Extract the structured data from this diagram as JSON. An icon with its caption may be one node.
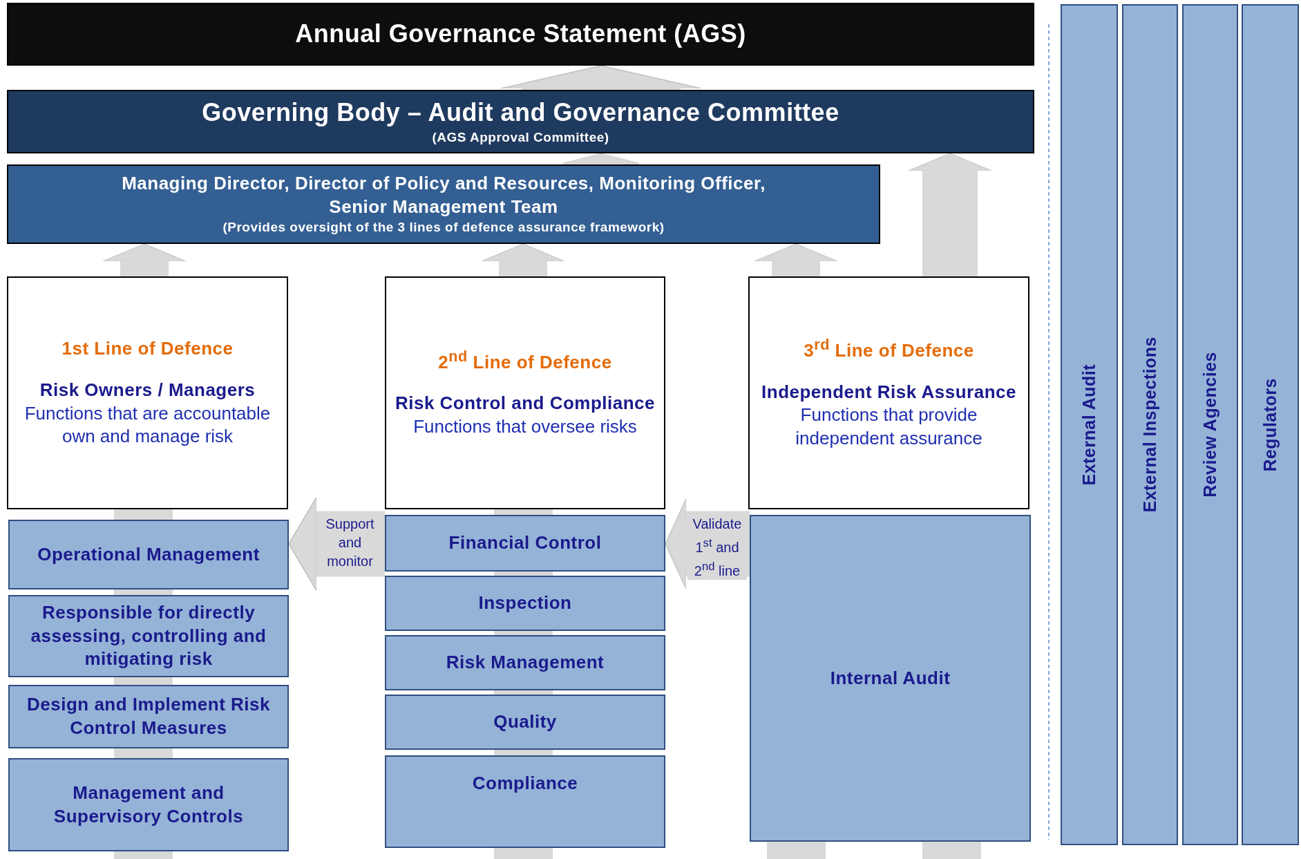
{
  "diagram": {
    "nodes": [
      {
        "text": [
          "Annual Governance Statement (AGS)"
        ]
      },
      {
        "text": [
          "Governing Body – Audit and Governance Committee",
          "(AGS Approval Committee)"
        ]
      },
      {
        "text": [
          "Managing Director, Director of Policy and Resources, Monitoring Officer, Senior Management Team",
          "(Provides oversight of the 3 lines of defence assurance framework)"
        ]
      },
      {
        "text": [
          "1st Line of Defence",
          "Risk Owners / Managers",
          "Functions that are accountable own and manage risk"
        ]
      },
      {
        "text": [
          "2$^{nd}$ Line of Defence",
          "Risk Control and Compliance",
          "Functions that oversee risks"
        ]
      },
      {
        "text": [
          "3$^{rd}$ Line of Defence",
          "Independent Risk Assurance",
          "Functions that provide independent assurance"
        ]
      },
      {
        "text": [
          "Operational Management"
        ]
      },
      {
        "text": [
          "Responsible for directly assessing, controlling and mitigating risk"
        ]
      },
      {
        "text": [
          "Design and Implement Risk Control Measures"
        ]
      },
      {
        "text": [
          "Management and Supervisory Controls"
        ]
      },
      {
        "text": [
          "Financial Control"
        ]
      },
      {
        "text": [
          "Inspection"
        ]
      },
      {
        "text": [
          "Risk Management"
        ]
      },
      {
        "text": [
          "Quality"
        ]
      },
      {
        "text": [
          "Compliance"
        ]
      },
      {
        "text": [
          "Internal Audit"
        ]
      },
      {
        "text": [
          "External Audit"
        ]
      },
      {
        "text": [
          "External Inspections"
        ]
      },
      {
        "text": [
          "Review Agencies"
        ]
      },
      {
        "text": [
          "Regulators"
        ]
      }
    ],
    "edges": [
      {
        "from": 1,
        "to": 0,
        "arrow": "to",
        "style": "thick"
      },
      {
        "from": 2,
        "to": 1,
        "arrow": "to"
      },
      {
        "from": 3,
        "to": 2,
        "arrow": "to"
      },
      {
        "from": 4,
        "to": 2,
        "arrow": "to"
      },
      {
        "from": 5,
        "to": 2,
        "arrow": "to"
      },
      {
        "from": 5,
        "to": 1,
        "arrow": "to"
      },
      {
        "from": 10,
        "to": 6,
        "arrow": "to",
        "label": "Support and monitor"
      },
      {
        "from": 15,
        "to": 10,
        "arrow": "to",
        "label": "Validate 1$^{st}$ and 2$^{nd}$ line"
      }
    ]
  }
}
